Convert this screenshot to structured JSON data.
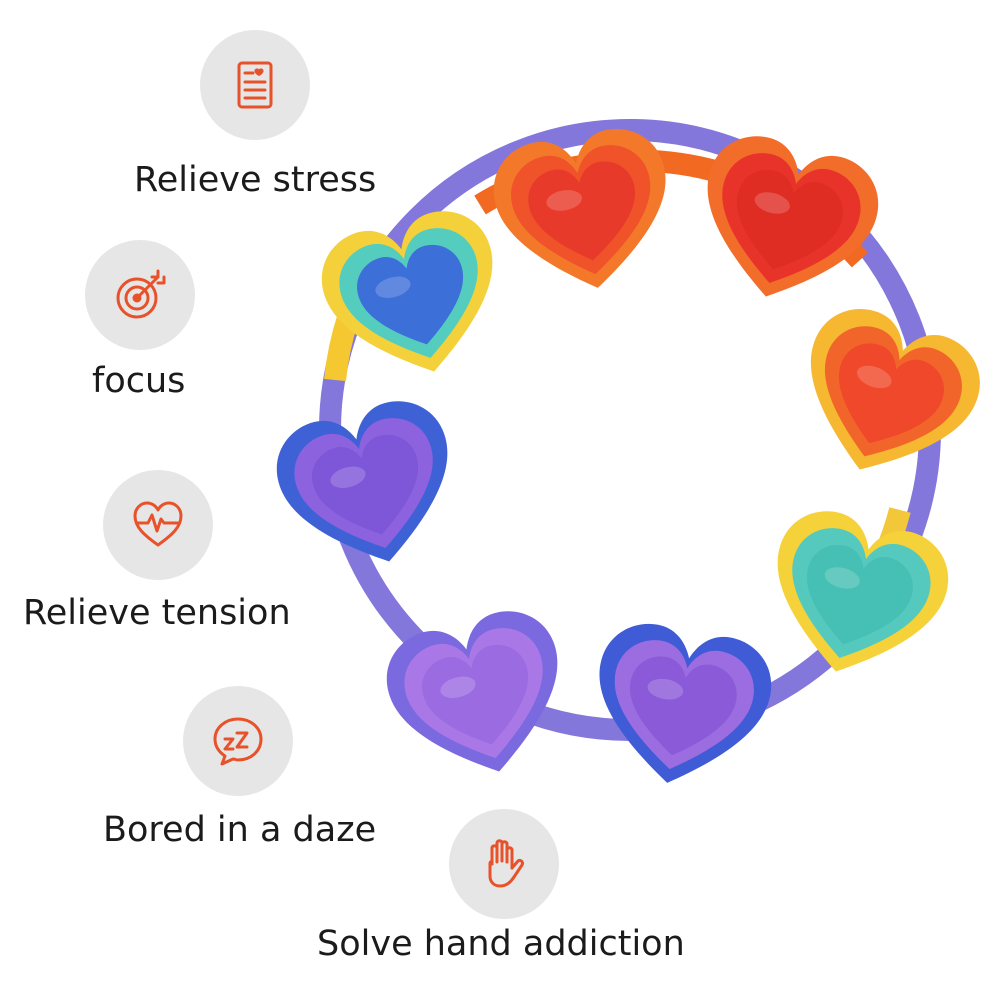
{
  "colors": {
    "accent": "#e8522a",
    "icon_bg": "#e6e6e6",
    "text": "#1b1b1b"
  },
  "features": [
    {
      "label": "Relieve stress",
      "icon": "document-heart-icon"
    },
    {
      "label": "focus",
      "icon": "target-arrow-icon"
    },
    {
      "label": "Relieve tension",
      "icon": "heart-pulse-icon"
    },
    {
      "label": "Bored in a daze",
      "icon": "sleep-bubble-icon"
    },
    {
      "label": "Solve hand addiction",
      "icon": "hand-icon"
    }
  ]
}
